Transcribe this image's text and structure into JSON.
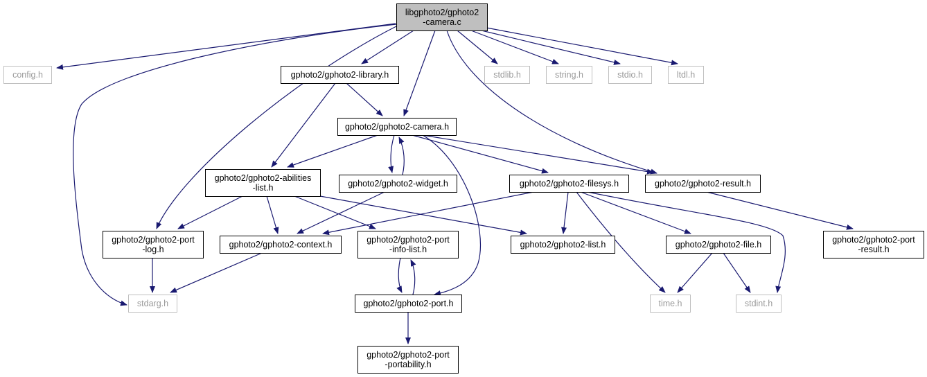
{
  "colors": {
    "edge": "#191970",
    "root_fill": "#bfbfbf",
    "node_border": "#000000",
    "external_border": "#bfbfbf",
    "external_text": "#9a9a9a",
    "text": "#000000"
  },
  "graph": {
    "nodes": [
      {
        "id": "root",
        "lines": [
          "libgphoto2/gphoto2",
          "-camera.c"
        ],
        "kind": "root"
      },
      {
        "id": "config",
        "lines": [
          "config.h"
        ],
        "kind": "external"
      },
      {
        "id": "library",
        "lines": [
          "gphoto2/gphoto2-library.h"
        ],
        "kind": "header"
      },
      {
        "id": "stdlib",
        "lines": [
          "stdlib.h"
        ],
        "kind": "external"
      },
      {
        "id": "string",
        "lines": [
          "string.h"
        ],
        "kind": "external"
      },
      {
        "id": "stdio",
        "lines": [
          "stdio.h"
        ],
        "kind": "external"
      },
      {
        "id": "ltdl",
        "lines": [
          "ltdl.h"
        ],
        "kind": "external"
      },
      {
        "id": "camera",
        "lines": [
          "gphoto2/gphoto2-camera.h"
        ],
        "kind": "header"
      },
      {
        "id": "abilities",
        "lines": [
          "gphoto2/gphoto2-abilities",
          "-list.h"
        ],
        "kind": "header"
      },
      {
        "id": "widget",
        "lines": [
          "gphoto2/gphoto2-widget.h"
        ],
        "kind": "header"
      },
      {
        "id": "filesys",
        "lines": [
          "gphoto2/gphoto2-filesys.h"
        ],
        "kind": "header"
      },
      {
        "id": "result",
        "lines": [
          "gphoto2/gphoto2-result.h"
        ],
        "kind": "header"
      },
      {
        "id": "portlog",
        "lines": [
          "gphoto2/gphoto2-port",
          "-log.h"
        ],
        "kind": "header"
      },
      {
        "id": "context",
        "lines": [
          "gphoto2/gphoto2-context.h"
        ],
        "kind": "header"
      },
      {
        "id": "portinfo",
        "lines": [
          "gphoto2/gphoto2-port",
          "-info-list.h"
        ],
        "kind": "header"
      },
      {
        "id": "list",
        "lines": [
          "gphoto2/gphoto2-list.h"
        ],
        "kind": "header"
      },
      {
        "id": "file",
        "lines": [
          "gphoto2/gphoto2-file.h"
        ],
        "kind": "header"
      },
      {
        "id": "portresult",
        "lines": [
          "gphoto2/gphoto2-port",
          "-result.h"
        ],
        "kind": "header"
      },
      {
        "id": "stdarg",
        "lines": [
          "stdarg.h"
        ],
        "kind": "external"
      },
      {
        "id": "port",
        "lines": [
          "gphoto2/gphoto2-port.h"
        ],
        "kind": "header"
      },
      {
        "id": "time",
        "lines": [
          "time.h"
        ],
        "kind": "external"
      },
      {
        "id": "stdint",
        "lines": [
          "stdint.h"
        ],
        "kind": "external"
      },
      {
        "id": "portability",
        "lines": [
          "gphoto2/gphoto2-port",
          "-portability.h"
        ],
        "kind": "header"
      }
    ],
    "edges": [
      {
        "from": "root",
        "to": "config"
      },
      {
        "from": "root",
        "to": "library"
      },
      {
        "from": "root",
        "to": "camera"
      },
      {
        "from": "root",
        "to": "stdlib"
      },
      {
        "from": "root",
        "to": "string"
      },
      {
        "from": "root",
        "to": "stdio"
      },
      {
        "from": "root",
        "to": "ltdl"
      },
      {
        "from": "root",
        "to": "stdarg"
      },
      {
        "from": "root",
        "to": "portlog"
      },
      {
        "from": "root",
        "to": "result"
      },
      {
        "from": "library",
        "to": "camera"
      },
      {
        "from": "library",
        "to": "abilities"
      },
      {
        "from": "camera",
        "to": "abilities"
      },
      {
        "from": "camera",
        "to": "widget"
      },
      {
        "from": "camera",
        "to": "filesys"
      },
      {
        "from": "camera",
        "to": "result"
      },
      {
        "from": "camera",
        "to": "port"
      },
      {
        "from": "widget",
        "to": "camera"
      },
      {
        "from": "widget",
        "to": "context"
      },
      {
        "from": "abilities",
        "to": "portlog"
      },
      {
        "from": "abilities",
        "to": "context"
      },
      {
        "from": "abilities",
        "to": "portinfo"
      },
      {
        "from": "abilities",
        "to": "list"
      },
      {
        "from": "filesys",
        "to": "context"
      },
      {
        "from": "filesys",
        "to": "list"
      },
      {
        "from": "filesys",
        "to": "file"
      },
      {
        "from": "filesys",
        "to": "time"
      },
      {
        "from": "filesys",
        "to": "stdint"
      },
      {
        "from": "result",
        "to": "portresult"
      },
      {
        "from": "portlog",
        "to": "stdarg"
      },
      {
        "from": "context",
        "to": "stdarg"
      },
      {
        "from": "portinfo",
        "to": "port"
      },
      {
        "from": "port",
        "to": "portinfo"
      },
      {
        "from": "port",
        "to": "portability"
      },
      {
        "from": "file",
        "to": "time"
      },
      {
        "from": "file",
        "to": "stdint"
      }
    ]
  }
}
